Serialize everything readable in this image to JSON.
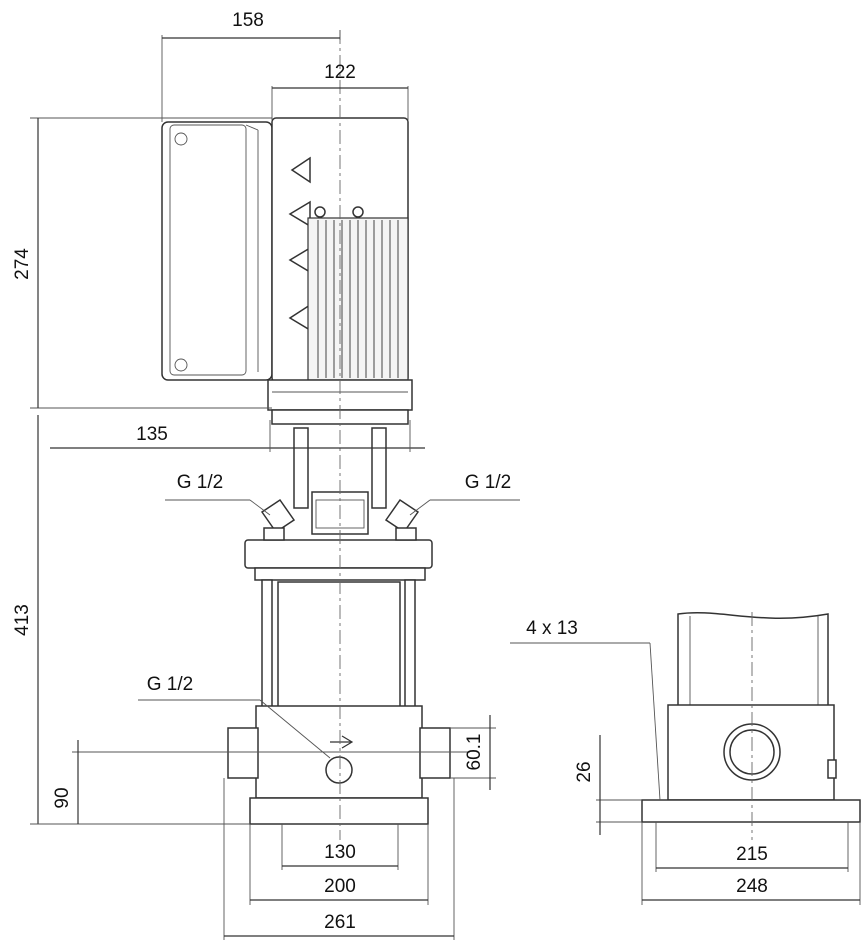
{
  "dimensions": {
    "width_top": "158",
    "width_motor": "122",
    "height_motor": "274",
    "width_head": "135",
    "height_total": "413",
    "port_height": "90",
    "port_size": "60.1",
    "base_inner": "130",
    "base_mid": "200",
    "base_outer": "261",
    "side_height": "26",
    "side_inner": "215",
    "side_outer": "248",
    "holes": "4 x 13"
  },
  "labels": {
    "vent_left": "G 1/2",
    "vent_right": "G 1/2",
    "drain": "G 1/2"
  },
  "colors": {
    "line": "#333333",
    "text": "#111111",
    "background": "#ffffff"
  }
}
